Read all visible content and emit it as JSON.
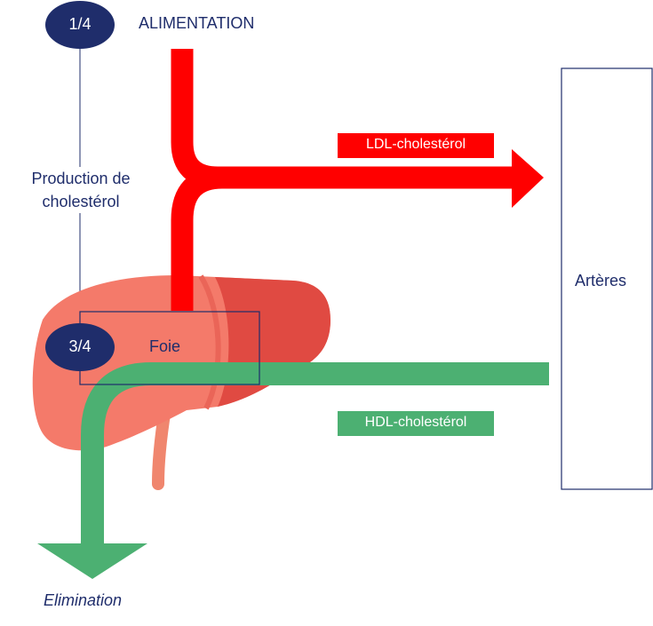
{
  "badges": {
    "top": "1/4",
    "liver": "3/4"
  },
  "labels": {
    "alimentation": "ALIMENTATION",
    "production_line1": "Production de",
    "production_line2": "cholestérol",
    "foie": "Foie",
    "arteres": "Artères",
    "elimination": "Elimination"
  },
  "flows": {
    "ldl": "LDL-cholestérol",
    "hdl": "HDL-cholestérol"
  },
  "colors": {
    "navy": "#1f2d6b",
    "ldl_red": "#ff0000",
    "hdl_green": "#4cb072",
    "liver_light": "#f47a6a",
    "liver_dark": "#e04a42"
  }
}
